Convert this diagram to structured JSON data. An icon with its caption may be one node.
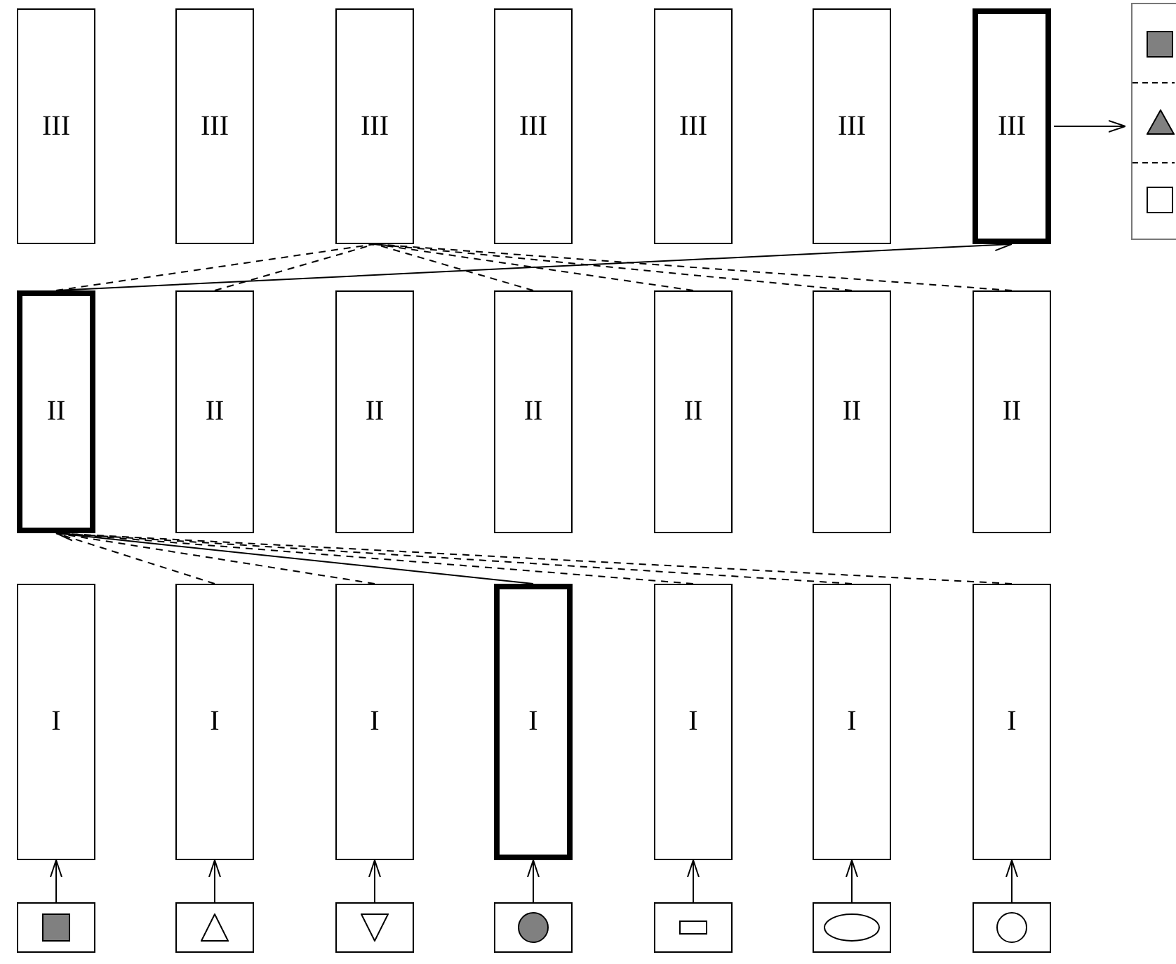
{
  "diagram": {
    "nodes": [
      {
        "text": [
          "III"
        ]
      },
      {
        "text": [
          "III"
        ]
      },
      {
        "text": [
          "III"
        ]
      },
      {
        "text": [
          "III"
        ]
      },
      {
        "text": [
          "III"
        ]
      },
      {
        "text": [
          "III"
        ]
      },
      {
        "text": [
          "III"
        ]
      },
      {
        "text": [],
        "shape": "box"
      },
      {
        "text": [
          "II"
        ]
      },
      {
        "text": [
          "II"
        ]
      },
      {
        "text": [
          "II"
        ]
      },
      {
        "text": [
          "II"
        ]
      },
      {
        "text": [
          "II"
        ]
      },
      {
        "text": [
          "II"
        ]
      },
      {
        "text": [
          "II"
        ]
      },
      {
        "text": [
          "I"
        ]
      },
      {
        "text": [
          "I"
        ]
      },
      {
        "text": [
          "I"
        ]
      },
      {
        "text": [
          "I"
        ]
      },
      {
        "text": [
          "I"
        ]
      },
      {
        "text": [
          "I"
        ]
      },
      {
        "text": [
          "I"
        ]
      },
      {
        "text": [],
        "shape": "box"
      },
      {
        "text": [],
        "shape": "box"
      },
      {
        "text": [],
        "shape": "box"
      },
      {
        "text": [],
        "shape": "box"
      },
      {
        "text": [],
        "shape": "box"
      },
      {
        "text": [],
        "shape": "box"
      },
      {
        "text": [],
        "shape": "box"
      }
    ],
    "edges": [
      {
        "from": 22,
        "to": 15,
        "arrow": "to"
      },
      {
        "from": 23,
        "to": 16,
        "arrow": "to"
      },
      {
        "from": 24,
        "to": 17,
        "arrow": "to"
      },
      {
        "from": 25,
        "to": 18,
        "arrow": "to"
      },
      {
        "from": 26,
        "to": 19,
        "arrow": "to"
      },
      {
        "from": 27,
        "to": 20,
        "arrow": "to"
      },
      {
        "from": 28,
        "to": 21,
        "arrow": "to"
      },
      {
        "from": 16,
        "to": 8,
        "arrow": "none",
        "style": "dashed"
      },
      {
        "from": 17,
        "to": 8,
        "arrow": "none",
        "style": "dashed"
      },
      {
        "from": 18,
        "to": 8,
        "arrow": "to"
      },
      {
        "from": 19,
        "to": 8,
        "arrow": "none",
        "style": "dashed"
      },
      {
        "from": 20,
        "to": 8,
        "arrow": "none",
        "style": "dashed"
      },
      {
        "from": 21,
        "to": 8,
        "arrow": "none",
        "style": "dashed"
      },
      {
        "from": 8,
        "to": 2,
        "arrow": "none",
        "style": "dashed"
      },
      {
        "from": 9,
        "to": 2,
        "arrow": "none",
        "style": "dashed"
      },
      {
        "from": 11,
        "to": 2,
        "arrow": "none",
        "style": "dashed"
      },
      {
        "from": 12,
        "to": 2,
        "arrow": "none",
        "style": "dashed"
      },
      {
        "from": 13,
        "to": 2,
        "arrow": "none",
        "style": "dashed"
      },
      {
        "from": 14,
        "to": 2,
        "arrow": "none",
        "style": "dashed"
      },
      {
        "from": 8,
        "to": 6,
        "arrow": "to"
      },
      {
        "from": 6,
        "to": 7,
        "arrow": "to"
      }
    ]
  }
}
